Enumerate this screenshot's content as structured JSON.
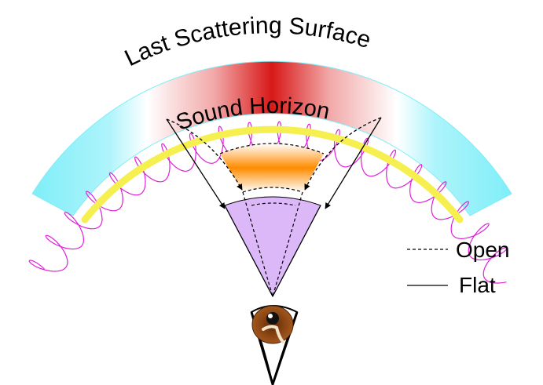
{
  "labels": {
    "outer_arc": "Last Scattering Surface",
    "inner_arc": "Sound Horizon"
  },
  "legend": {
    "open": "Open",
    "flat": "Flat"
  },
  "colors": {
    "outer_band_center": "#d81818",
    "outer_band_edge": "#7feef8",
    "oscillation": "#e020d8",
    "sound_horizon": "#f5f050",
    "open_wedge": "#ff8c00",
    "flat_wedge": "#dcb8f8",
    "eye_iris": "#8b4513"
  }
}
